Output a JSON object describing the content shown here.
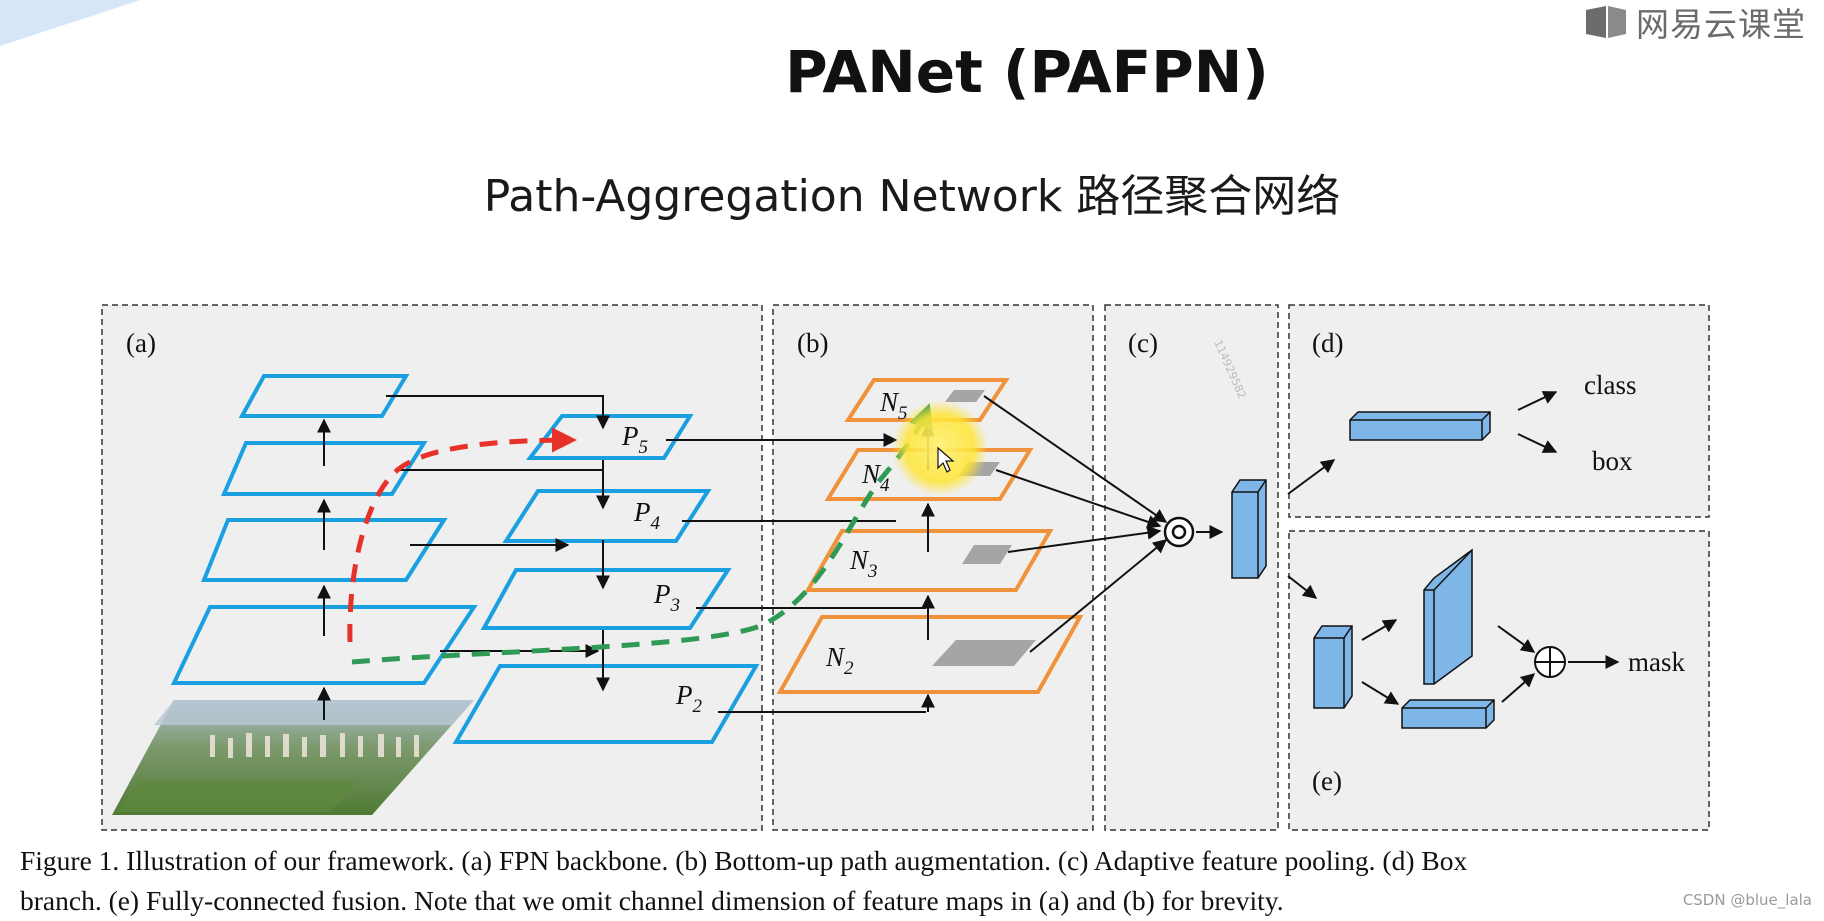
{
  "header": {
    "title": "PANet (PAFPN)",
    "subtitle": "Path-Aggregation Network 路径聚合网络",
    "brand_name": "网易云课堂",
    "brand_icon": "book-icon"
  },
  "panels": {
    "a": "(a)",
    "b": "(b)",
    "c": "(c)",
    "d": "(d)",
    "e": "(e)"
  },
  "fpn_labels": {
    "p5": "P",
    "p5_sub": "5",
    "p4": "P",
    "p4_sub": "4",
    "p3": "P",
    "p3_sub": "3",
    "p2": "P",
    "p2_sub": "2"
  },
  "bottom_up_labels": {
    "n5": "N",
    "n5_sub": "5",
    "n4": "N",
    "n4_sub": "4",
    "n3": "N",
    "n3_sub": "3",
    "n2": "N",
    "n2_sub": "2"
  },
  "side_id": "114929582",
  "outputs": {
    "class": "class",
    "box": "box",
    "mask": "mask"
  },
  "colors": {
    "fpn": "#1a9fe0",
    "bottom_up": "#f0923a",
    "roi": "#a5a5a5",
    "feature_block": "#7fb6e8",
    "panel_bg": "#efefef",
    "red_path": "#e63228",
    "green_path": "#2f9a55",
    "cursor_highlight": "#ffe534"
  },
  "caption": {
    "line1": "Figure 1. Illustration of our framework.  (a) FPN backbone.  (b) Bottom-up path augmentation.  (c) Adaptive feature pooling.  (d) Box",
    "line2": "branch. (e) Fully-connected fusion. Note that we omit channel dimension of feature maps in (a) and (b) for brevity."
  },
  "watermark": "CSDN @blue_lala"
}
